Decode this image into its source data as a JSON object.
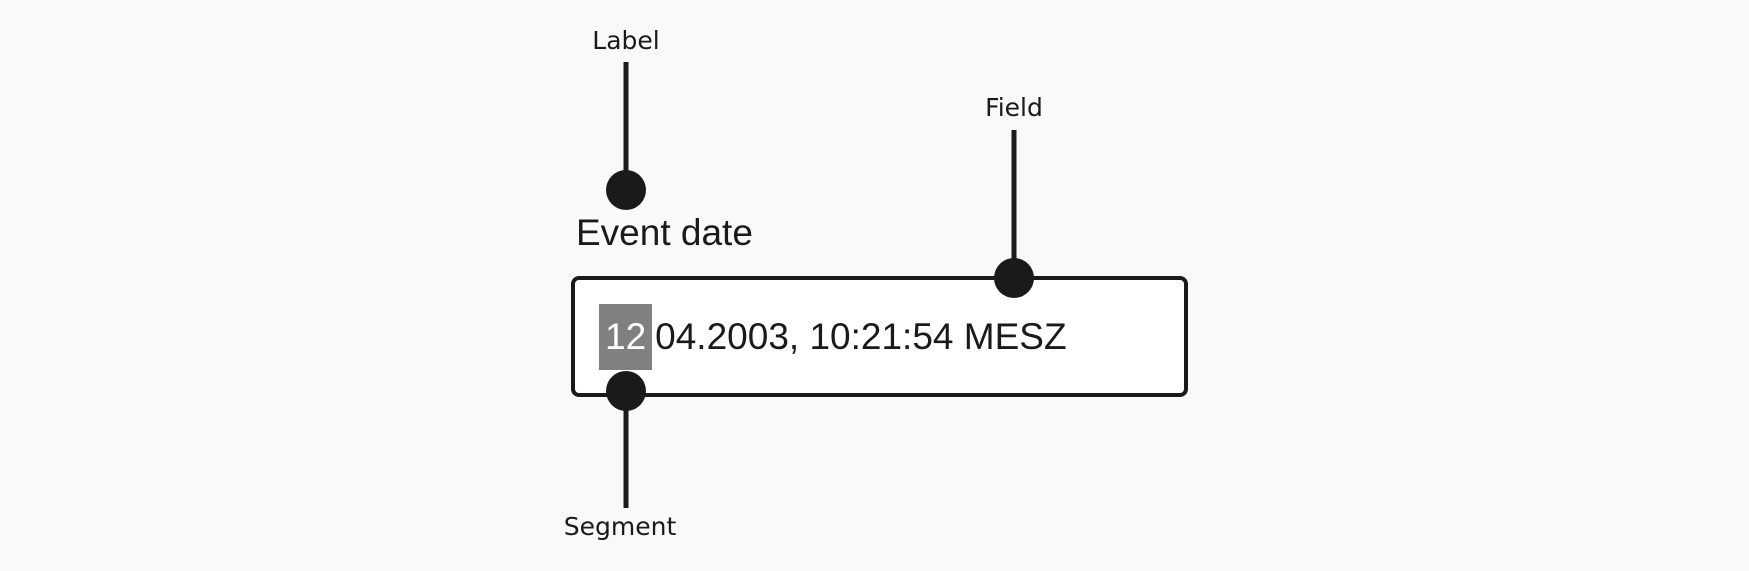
{
  "callouts": {
    "label": "Label",
    "field": "Field",
    "segment": "Segment"
  },
  "date_field": {
    "label": "Event date",
    "active_segment": "12",
    "remaining_value": "04.2003, 10:21:54 MESZ"
  },
  "colors": {
    "background": "#f8f9fb",
    "ink": "#1a1a1a",
    "segment_highlight": "#808080",
    "field_background": "#ffffff"
  }
}
